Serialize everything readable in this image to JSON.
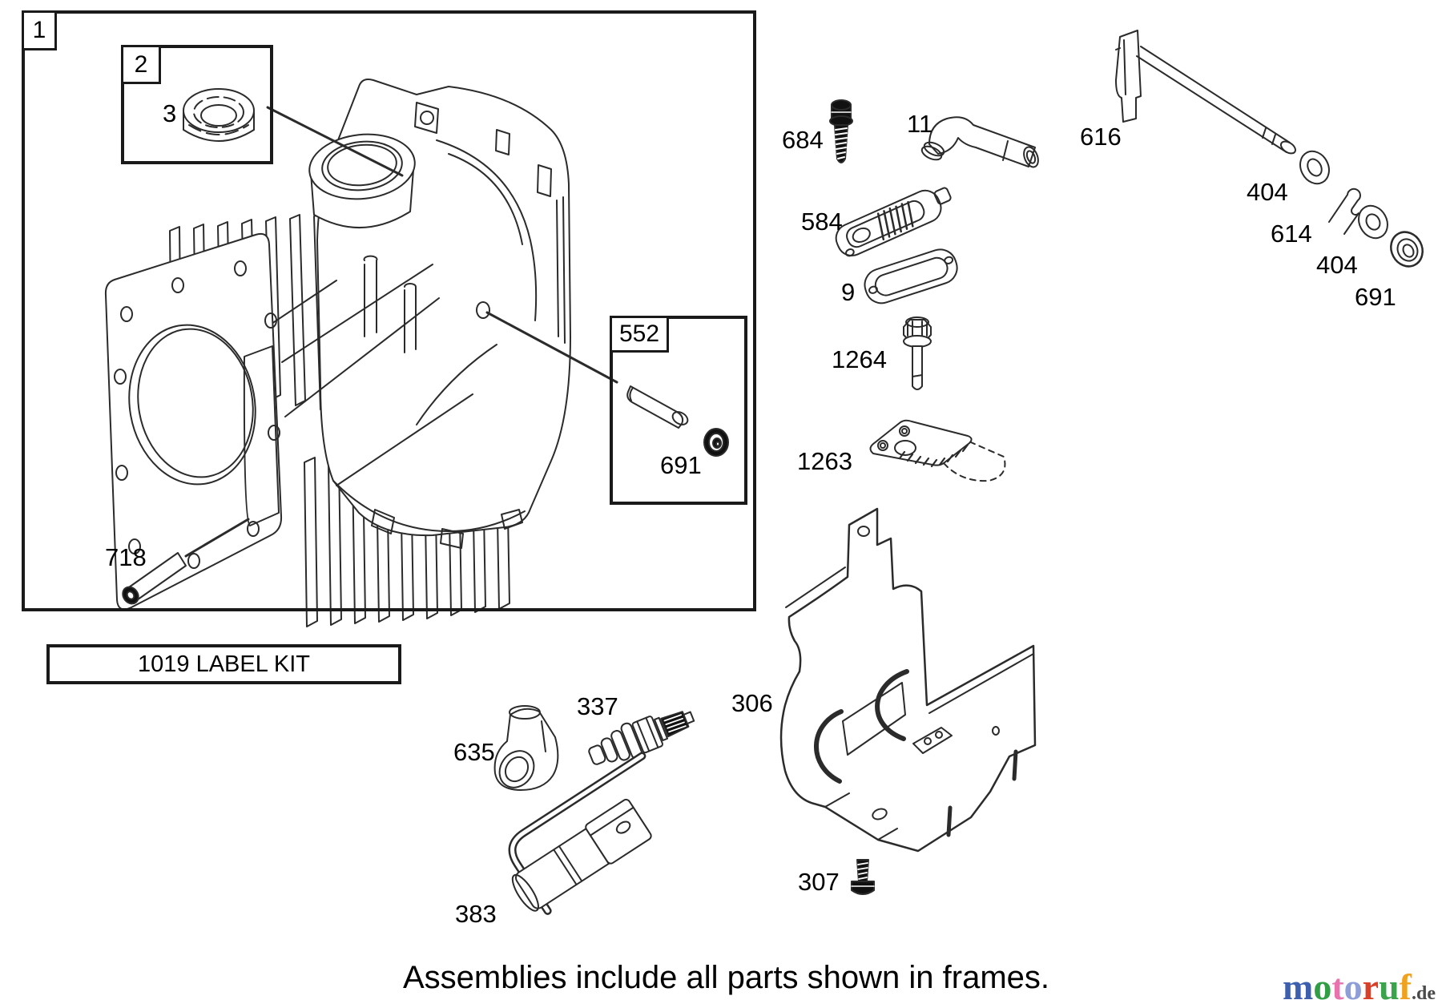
{
  "frames": {
    "frame1": {
      "tag": "1"
    },
    "frame2": {
      "tag": "2"
    },
    "frame552": {
      "tag": "552"
    },
    "label_kit_text": "1019 LABEL KIT"
  },
  "part_labels": {
    "label_3": "3",
    "label_718": "718",
    "label_691_frame": "691",
    "label_684": "684",
    "label_11": "11",
    "label_616": "616",
    "label_404_a": "404",
    "label_614": "614",
    "label_404_b": "404",
    "label_691_right": "691",
    "label_584": "584",
    "label_9": "9",
    "label_1264": "1264",
    "label_1263": "1263",
    "label_306": "306",
    "label_307": "307",
    "label_337": "337",
    "label_635": "635",
    "label_383": "383"
  },
  "footer": {
    "note": "Assemblies include all parts shown in frames."
  },
  "watermark": {
    "letters": [
      {
        "ch": "m",
        "style": "color:#3d5fae"
      },
      {
        "ch": "o",
        "style": "color:#2f9e45"
      },
      {
        "ch": "t",
        "style": "color:#e873ae"
      },
      {
        "ch": "o",
        "style": "color:#8e9fd8"
      },
      {
        "ch": "r",
        "style": "color:#d9402a"
      },
      {
        "ch": "u",
        "style": "color:#3aa34c"
      },
      {
        "ch": "f",
        "style": "color:#f0a11e"
      }
    ],
    "suffix": ".de",
    "line_color": "#2b2b2b"
  }
}
